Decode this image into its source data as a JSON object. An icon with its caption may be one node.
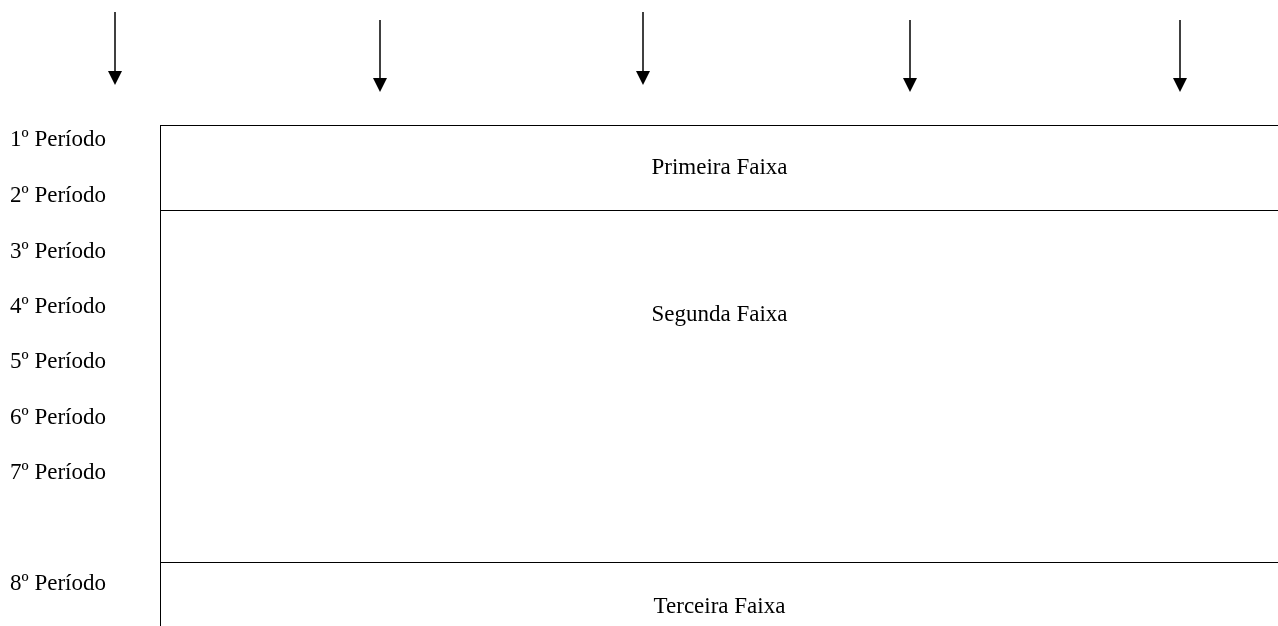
{
  "diagram": {
    "nodes": [
      {
        "text": [
          "Primeira Faixa"
        ]
      },
      {
        "text": [
          "Segunda Faixa"
        ]
      },
      {
        "text": [
          "Terceira Faixa"
        ]
      }
    ],
    "edges": [],
    "labels": [
      "1º Período",
      "2º Período",
      "3º Período",
      "4º Período",
      "5º Período",
      "6º Período",
      "7º Período",
      "8º Período"
    ]
  }
}
